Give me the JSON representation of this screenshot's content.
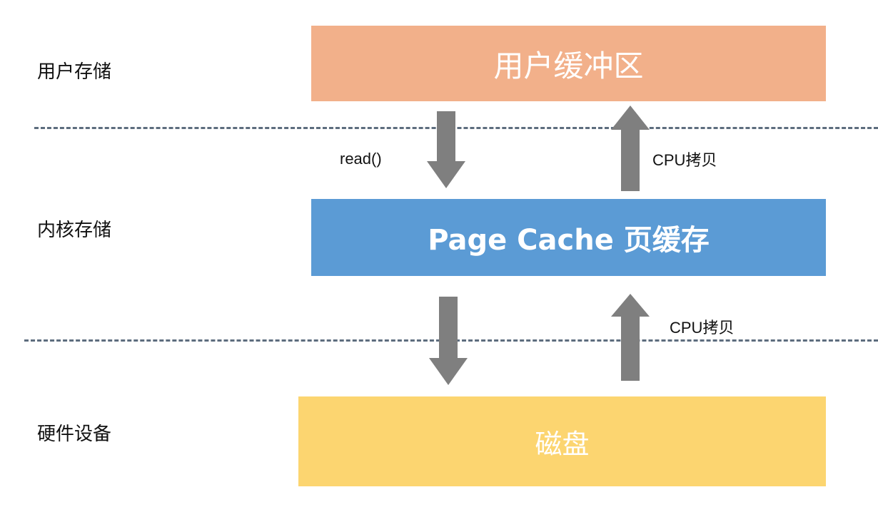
{
  "layers": {
    "user": "用户存储",
    "kernel": "内核存储",
    "hardware": "硬件设备"
  },
  "boxes": {
    "user_buffer": "用户缓冲区",
    "page_cache": "Page Cache 页缓存",
    "disk": "磁盘"
  },
  "arrows": {
    "read_label": "read()",
    "cpu_copy_upper": "CPU拷贝",
    "cpu_copy_lower": "CPU拷贝"
  },
  "colors": {
    "user_buffer": "#f2b08a",
    "page_cache": "#5b9bd5",
    "disk": "#fcd570",
    "arrow": "#7f7f7f",
    "dash": "#5d6d7e"
  }
}
